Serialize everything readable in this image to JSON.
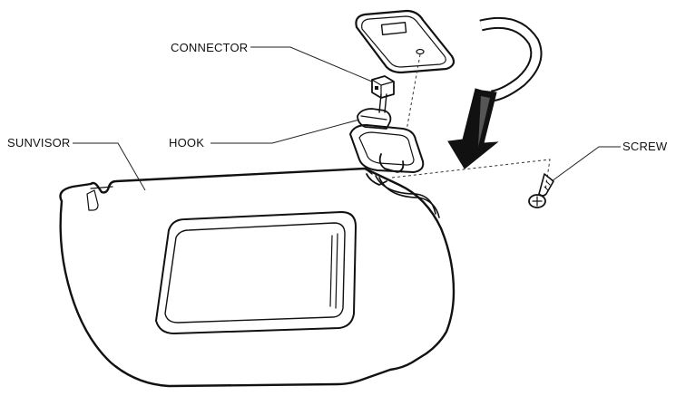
{
  "labels": {
    "connector": "CONNECTOR",
    "hook": "HOOK",
    "sunvisor": "SUNVISOR",
    "screw": "SCREW"
  },
  "colors": {
    "ink": "#111111",
    "shade": "#e8e8e8",
    "background": "#ffffff"
  }
}
